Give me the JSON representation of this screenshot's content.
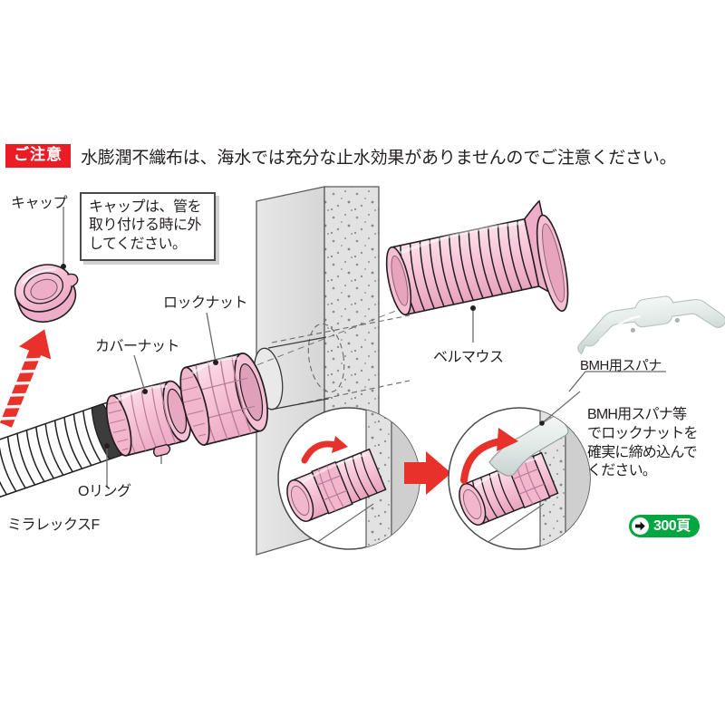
{
  "warning": {
    "badge_label": "ご注意",
    "badge_color": "#ec1c24",
    "text": "水膨潤不織布は、海水では充分な止水効果がありませんのでご注意ください。"
  },
  "callout": {
    "line1": "キャップは、管を",
    "line2": "取り付ける時に外",
    "line3": "してください。"
  },
  "labels": {
    "cap": "キャップ",
    "cover_nut": "カバーナット",
    "lock_nut": "ロックナット",
    "o_ring": "Oリング",
    "mirrelex_f": "ミラレックスF",
    "bell_mouth": "ベルマウス",
    "bmh_spanner": "BMH用スパナ"
  },
  "instruction": {
    "line1": "BMH用スパナ等",
    "line2": "でロックナットを",
    "line3": "確実に締め込んで",
    "line4": "ください。"
  },
  "page_reference": {
    "label": "300頁",
    "icon": "arrow-right-icon",
    "color": "#00a63f"
  },
  "colors": {
    "part_pink": "#f7c3d6",
    "part_pink_light": "#fbdfe9",
    "part_pink_dark": "#e8a3bd",
    "wall_gray": "#dcdcdc",
    "wall_gray_light": "#e9e9e9",
    "outline": "#231f20",
    "arrow_red": "#e8312a",
    "tool_gray": "#e4eae8"
  },
  "diagram": {
    "type": "exploded-assembly",
    "parts": [
      {
        "name": "cap",
        "label": "キャップ",
        "color": "#f7c3d6"
      },
      {
        "name": "cover-nut",
        "label": "カバーナット",
        "color": "#f7c3d6"
      },
      {
        "name": "lock-nut",
        "label": "ロックナット",
        "color": "#f7c3d6"
      },
      {
        "name": "o-ring",
        "label": "Oリング",
        "color": "#3a3a3a"
      },
      {
        "name": "mirrelex-f-conduit",
        "label": "ミラレックスF",
        "color": "#ffffff"
      },
      {
        "name": "bell-mouth",
        "label": "ベルマウス",
        "color": "#f2b9cf"
      },
      {
        "name": "bmh-spanner",
        "label": "BMH用スパナ",
        "color": "#e4eae8"
      },
      {
        "name": "concrete-wall",
        "label": "",
        "color": "#dcdcdc"
      }
    ],
    "detail_views": [
      {
        "name": "detail-before",
        "caption": "",
        "rotation_arrow": true
      },
      {
        "name": "detail-after",
        "caption": "",
        "rotation_arrow": true,
        "tool": "bmh-spanner"
      }
    ],
    "transition_arrow": "arrow-right-red"
  }
}
